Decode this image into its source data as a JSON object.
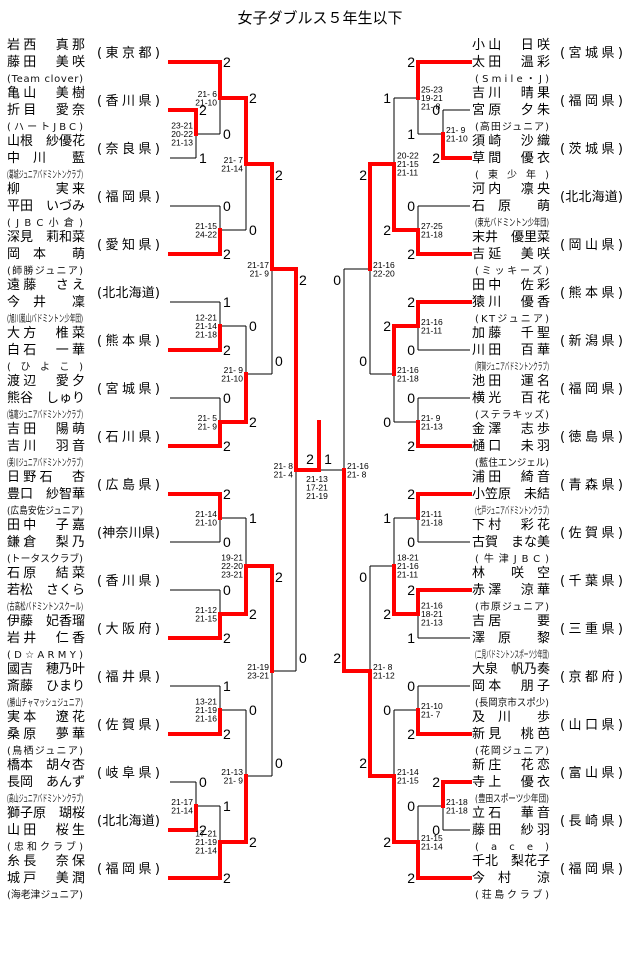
{
  "title": "女子ダブルス５年生以下",
  "colors": {
    "winner_path": "#ff0000",
    "bracket_line": "#000000"
  },
  "left": {
    "teams": [
      {
        "players": [
          "岩西　真那",
          "藤田　美咲"
        ],
        "club": "(Team clover)",
        "prefecture": "(東京都)"
      },
      {
        "players": [
          "亀山　美樹",
          "折目　愛奈"
        ],
        "club": "(ハートJBC)",
        "prefecture": "(香川県)"
      },
      {
        "players": [
          "山根　紗優花",
          "中　川　　藍"
        ],
        "club": "(葛城ジュニアバドミントンクラブ)",
        "prefecture": "(奈良県)"
      },
      {
        "players": [
          "柳　　実来",
          "平田　いづみ"
        ],
        "club": "(JBC小倉)",
        "prefecture": "(福岡県)"
      },
      {
        "players": [
          "深見　莉和菜",
          "岡　本　　萌"
        ],
        "club": "(師勝ジュニア)",
        "prefecture": "(愛知県)"
      },
      {
        "players": [
          "遠藤　さえ",
          "今　井　　凜"
        ],
        "club": "(旭川嵐山バドミントン少年団)",
        "prefecture": "(北北海道)"
      },
      {
        "players": [
          "大方　椎菜",
          "白石　一華"
        ],
        "club": "(ひよこ)",
        "prefecture": "(熊本県)"
      },
      {
        "players": [
          "渡辺　愛夕",
          "熊谷　しゅり"
        ],
        "club": "(塩竈ジュニアバドミントンクラブ)",
        "prefecture": "(宮城県)"
      },
      {
        "players": [
          "吉田　陽萌",
          "吉川　羽音"
        ],
        "club": "(美川ジュニアバドミントンクラブ)",
        "prefecture": "(石川県)"
      },
      {
        "players": [
          "日野石　杏",
          "豊口　紗智華"
        ],
        "club": "(広島安佐ジュニア)",
        "prefecture": "(広島県)"
      },
      {
        "players": [
          "田中　子嘉",
          "鎌倉　梨乃"
        ],
        "club": "(トータスクラブ)",
        "prefecture": "(神奈川県)"
      },
      {
        "players": [
          "石原　結菜",
          "若松　さくら"
        ],
        "club": "(古高松バドミントンスクール)",
        "prefecture": "(香川県)"
      },
      {
        "players": [
          "伊藤　妃香瑠",
          "岩井　仁香"
        ],
        "club": "(D☆ARMY)",
        "prefecture": "(大阪府)"
      },
      {
        "players": [
          "國吉　穂乃叶",
          "斎藤　ひまり"
        ],
        "club": "(勝山チャマッシュジュニア)",
        "prefecture": "(福井県)"
      },
      {
        "players": [
          "実本　遼花",
          "桑原　夢華"
        ],
        "club": "(鳥栖ジュニア)",
        "prefecture": "(佐賀県)"
      },
      {
        "players": [
          "橋本　胡々杏",
          "長岡　あんず"
        ],
        "club": "(高山ジュニアバドミントンクラブ)",
        "prefecture": "(岐阜県)"
      },
      {
        "players": [
          "獅子原　瑚桜",
          "山田　桜生"
        ],
        "club": "(忠和クラブ)",
        "prefecture": "(北北海道)"
      },
      {
        "players": [
          "糸長　奈保",
          "城戸　美潤"
        ],
        "club": "(海老津ジュニア)",
        "prefecture": "(福岡県)"
      }
    ],
    "bracket": {
      "winner": "top",
      "games": [
        "2",
        "0"
      ],
      "scores": [
        "21- 8",
        "21- 4"
      ],
      "top": {
        "winner": "top",
        "games": [
          "2",
          "0"
        ],
        "scores": [
          "21-17",
          "21- 9"
        ],
        "top": {
          "winner": "top",
          "games": [
            "2",
            "0"
          ],
          "scores": [
            "21- 7",
            "21-14"
          ],
          "top": {
            "winner": "top",
            "games": [
              "2",
              "0"
            ],
            "scores": [
              "21- 6",
              "21-10"
            ],
            "top": {
              "team": 0
            },
            "bottom": {
              "winner": "top",
              "games": [
                "2",
                "1"
              ],
              "scores": [
                "23-21",
                "20-22",
                "21-13"
              ],
              "top": {
                "team": 1
              },
              "bottom": {
                "team": 2
              }
            }
          },
          "bottom": {
            "winner": "bottom",
            "games": [
              "0",
              "2"
            ],
            "scores": [
              "21-15",
              "24-22"
            ],
            "top": {
              "team": 3
            },
            "bottom": {
              "team": 4
            }
          }
        },
        "bottom": {
          "winner": "bottom",
          "games": [
            "0",
            "2"
          ],
          "scores": [
            "21- 9",
            "21-10"
          ],
          "top": {
            "winner": "bottom",
            "games": [
              "1",
              "2"
            ],
            "scores": [
              "12-21",
              "21-14",
              "21-18"
            ],
            "top": {
              "team": 5
            },
            "bottom": {
              "team": 6
            }
          },
          "bottom": {
            "winner": "bottom",
            "games": [
              "0",
              "2"
            ],
            "scores": [
              "21- 5",
              "21- 9"
            ],
            "top": {
              "team": 7
            },
            "bottom": {
              "team": 8
            }
          }
        }
      },
      "bottom": {
        "winner": "top",
        "games": [
          "2",
          "0"
        ],
        "scores": [
          "21-19",
          "23-21"
        ],
        "top": {
          "winner": "bottom",
          "games": [
            "1",
            "2"
          ],
          "scores": [
            "19-21",
            "22-20",
            "23-21"
          ],
          "top": {
            "winner": "top",
            "games": [
              "2",
              "0"
            ],
            "scores": [
              "21-14",
              "21-10"
            ],
            "top": {
              "team": 9
            },
            "bottom": {
              "team": 10
            }
          },
          "bottom": {
            "winner": "bottom",
            "games": [
              "0",
              "2"
            ],
            "scores": [
              "21-12",
              "21-15"
            ],
            "top": {
              "team": 11
            },
            "bottom": {
              "team": 12
            }
          }
        },
        "bottom": {
          "winner": "bottom",
          "games": [
            "0",
            "2"
          ],
          "scores": [
            "21-13",
            "21- 9"
          ],
          "top": {
            "winner": "bottom",
            "games": [
              "1",
              "2"
            ],
            "scores": [
              "13-21",
              "21-19",
              "21-16"
            ],
            "top": {
              "team": 13
            },
            "bottom": {
              "team": 14
            }
          },
          "bottom": {
            "winner": "bottom",
            "games": [
              "1",
              "2"
            ],
            "scores": [
              "17-21",
              "21-19",
              "21-14"
            ],
            "top": {
              "winner": "bottom",
              "games": [
                "0",
                "2"
              ],
              "scores": [
                "21-17",
                "21-14"
              ],
              "top": {
                "team": 15
              },
              "bottom": {
                "team": 16
              }
            },
            "bottom": {
              "team": 17
            }
          }
        }
      }
    }
  },
  "right": {
    "teams": [
      {
        "players": [
          "小山　日咲",
          "太田　温彩"
        ],
        "club": "(Smile・J)",
        "prefecture": "(宮城県)"
      },
      {
        "players": [
          "吉川　晴果",
          "宮原　夕朱"
        ],
        "club": "(高田ジュニア)",
        "prefecture": "(福岡県)"
      },
      {
        "players": [
          "須崎　沙織",
          "草間　優衣"
        ],
        "club": "(東少年)",
        "prefecture": "(茨城県)"
      },
      {
        "players": [
          "河内　凛央",
          "石　原　　萌"
        ],
        "club": "(東光バドミントン少年団)",
        "prefecture": "(北北海道)"
      },
      {
        "players": [
          "末井　優里菜",
          "吉延　美咲"
        ],
        "club": "(ミッキーズ)",
        "prefecture": "(岡山県)"
      },
      {
        "players": [
          "田中　佐彩",
          "猿川　優香"
        ],
        "club": "(KTジュニア)",
        "prefecture": "(熊本県)"
      },
      {
        "players": [
          "加藤　千聖",
          "川田　百華"
        ],
        "club": "(阿賀ジュニアバドミントンクラブ)",
        "prefecture": "(新潟県)"
      },
      {
        "players": [
          "池田　運名",
          "横光　百花"
        ],
        "club": "(ステラキッズ)",
        "prefecture": "(福岡県)"
      },
      {
        "players": [
          "金澤　志歩",
          "樋口　未羽"
        ],
        "club": "(藍住エンジェル)",
        "prefecture": "(徳島県)"
      },
      {
        "players": [
          "浦田　綺音",
          "小笠原　未結"
        ],
        "club": "(七戸ジュニアバドミントンクラブ)",
        "prefecture": "(青森県)"
      },
      {
        "players": [
          "下村　彩花",
          "古賀　まな美"
        ],
        "club": "(牛津JBC)",
        "prefecture": "(佐賀県)"
      },
      {
        "players": [
          "林　　咲　空",
          "赤澤　涼華"
        ],
        "club": "(市原ジュニア)",
        "prefecture": "(千葉県)"
      },
      {
        "players": [
          "吉居　　要",
          "澤　原　　黎"
        ],
        "club": "(二見バドミントンスポーツ少年団)",
        "prefecture": "(三重県)"
      },
      {
        "players": [
          "大泉　帆乃奏",
          "岡本　朋子"
        ],
        "club": "(長岡京市スポ少)",
        "prefecture": "(京都府)"
      },
      {
        "players": [
          "及　川　　歩",
          "新見　桃芭"
        ],
        "club": "(花岡ジュニア)",
        "prefecture": "(山口県)"
      },
      {
        "players": [
          "新庄　花恋",
          "寺上　優衣"
        ],
        "club": "(豊田スポーツ少年団)",
        "prefecture": "(富山県)"
      },
      {
        "players": [
          "立石　華音",
          "藤田　紗羽"
        ],
        "club": "(ace)",
        "prefecture": "(長崎県)"
      },
      {
        "players": [
          "千北　梨花子",
          "今　村　　涼"
        ],
        "club": "(荘島クラブ)",
        "prefecture": "(福岡県)"
      }
    ],
    "bracket": {
      "winner": "bottom",
      "games": [
        "0",
        "2"
      ],
      "scores": [
        "21-16",
        "21- 8"
      ],
      "top": {
        "winner": "top",
        "games": [
          "2",
          "0"
        ],
        "scores": [
          "21-16",
          "22-20"
        ],
        "top": {
          "winner": "bottom",
          "games": [
            "1",
            "2"
          ],
          "scores": [
            "20-22",
            "21-15",
            "21-11"
          ],
          "top": {
            "winner": "top",
            "games": [
              "2",
              "1"
            ],
            "scores": [
              "25-23",
              "19-21",
              "21- 8"
            ],
            "top": {
              "team": 0
            },
            "bottom": {
              "winner": "bottom",
              "games": [
                "0",
                "2"
              ],
              "scores": [
                "21- 9",
                "21-10"
              ],
              "top": {
                "team": 1
              },
              "bottom": {
                "team": 2
              }
            }
          },
          "bottom": {
            "winner": "bottom",
            "games": [
              "0",
              "2"
            ],
            "scores": [
              "27-25",
              "21-18"
            ],
            "top": {
              "team": 3
            },
            "bottom": {
              "team": 4
            }
          }
        },
        "bottom": {
          "winner": "top",
          "games": [
            "2",
            "0"
          ],
          "scores": [
            "21-16",
            "21-18"
          ],
          "top": {
            "winner": "top",
            "games": [
              "2",
              "0"
            ],
            "scores": [
              "21-16",
              "21-11"
            ],
            "top": {
              "team": 5
            },
            "bottom": {
              "team": 6
            }
          },
          "bottom": {
            "winner": "bottom",
            "games": [
              "0",
              "2"
            ],
            "scores": [
              "21- 9",
              "21-13"
            ],
            "top": {
              "team": 7
            },
            "bottom": {
              "team": 8
            }
          }
        }
      },
      "bottom": {
        "winner": "bottom",
        "games": [
          "0",
          "2"
        ],
        "scores": [
          "21- 8",
          "21-12"
        ],
        "top": {
          "winner": "bottom",
          "games": [
            "1",
            "2"
          ],
          "scores": [
            "18-21",
            "21-16",
            "21-11"
          ],
          "top": {
            "winner": "top",
            "games": [
              "2",
              "0"
            ],
            "scores": [
              "21-11",
              "21-18"
            ],
            "top": {
              "team": 9
            },
            "bottom": {
              "team": 10
            }
          },
          "bottom": {
            "winner": "top",
            "games": [
              "2",
              "1"
            ],
            "scores": [
              "21-16",
              "18-21",
              "21-13"
            ],
            "top": {
              "team": 11
            },
            "bottom": {
              "team": 12
            }
          }
        },
        "bottom": {
          "winner": "bottom",
          "games": [
            "0",
            "2"
          ],
          "scores": [
            "21-14",
            "21-15"
          ],
          "top": {
            "winner": "bottom",
            "games": [
              "0",
              "2"
            ],
            "scores": [
              "21-10",
              "21- 7"
            ],
            "top": {
              "team": 13
            },
            "bottom": {
              "team": 14
            }
          },
          "bottom": {
            "winner": "bottom",
            "games": [
              "0",
              "2"
            ],
            "scores": [
              "21-15",
              "21-14"
            ],
            "top": {
              "winner": "top",
              "games": [
                "2",
                "0"
              ],
              "scores": [
                "21-18",
                "21-18"
              ],
              "top": {
                "team": 15
              },
              "bottom": {
                "team": 16
              }
            },
            "bottom": {
              "team": 17
            }
          }
        }
      }
    }
  },
  "final": {
    "winner": "left",
    "left_games": "2",
    "right_games": "1",
    "scores": [
      "21-13",
      "17-21",
      "21-19"
    ]
  }
}
